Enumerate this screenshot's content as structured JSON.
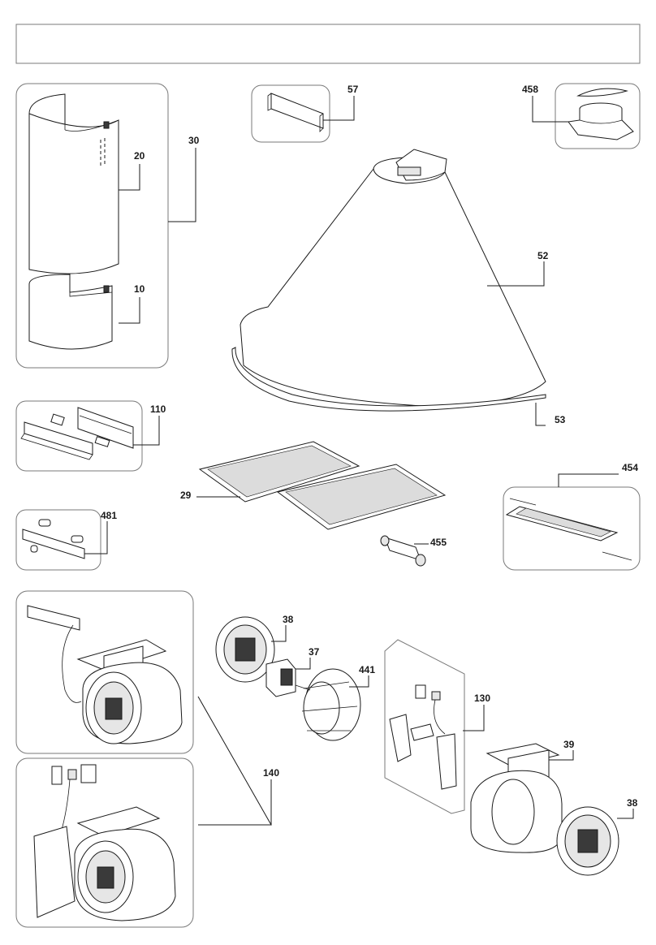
{
  "header": {
    "title": ""
  },
  "callouts": {
    "c30": "30",
    "c20": "20",
    "c10": "10",
    "c57": "57",
    "c458": "458",
    "c52": "52",
    "c53": "53",
    "c110": "110",
    "c29": "29",
    "c454": "454",
    "c481": "481",
    "c455": "455",
    "c38a": "38",
    "c37": "37",
    "c441": "441",
    "c130": "130",
    "c39": "39",
    "c140": "140",
    "c38b": "38"
  }
}
